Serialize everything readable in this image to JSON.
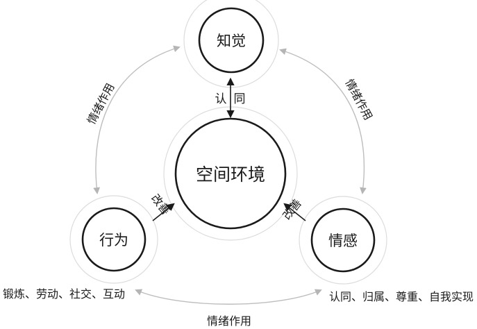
{
  "nodes": {
    "perception": "知觉",
    "space": "空间环境",
    "behavior": "行为",
    "emotion": "情感"
  },
  "relations": {
    "identify": "认同",
    "improve_left": "改善",
    "improve_right": "改善",
    "emotion_effect_left": "情绪作用",
    "emotion_effect_right": "情绪作用",
    "emotion_effect_bottom": "情绪作用"
  },
  "captions": {
    "behavior_examples": "锻炼、劳动、社交、互动",
    "emotion_examples": "认同、归属、尊重、自我实现"
  },
  "colors": {
    "ring": "#dcdcdc",
    "circle": "#1a1a1a",
    "cycle_arrow": "#bdbdbd",
    "arrow": "#1a1a1a"
  }
}
